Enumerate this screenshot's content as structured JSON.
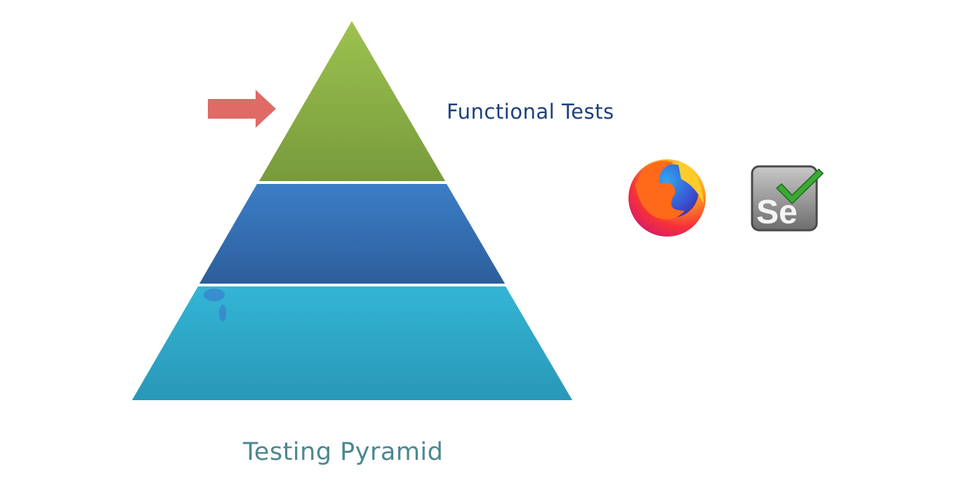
{
  "diagram": {
    "title": "Testing Pyramid",
    "highlight_label": "Functional Tests",
    "layers": [
      {
        "name": "top",
        "color": "#8bb04a"
      },
      {
        "name": "middle",
        "color": "#3470b4"
      },
      {
        "name": "bottom",
        "color": "#2fa9c8"
      }
    ],
    "arrow_color": "#e06a66",
    "icons": [
      "firefox-icon",
      "selenium-icon"
    ],
    "selenium_logo_text": "Se"
  }
}
